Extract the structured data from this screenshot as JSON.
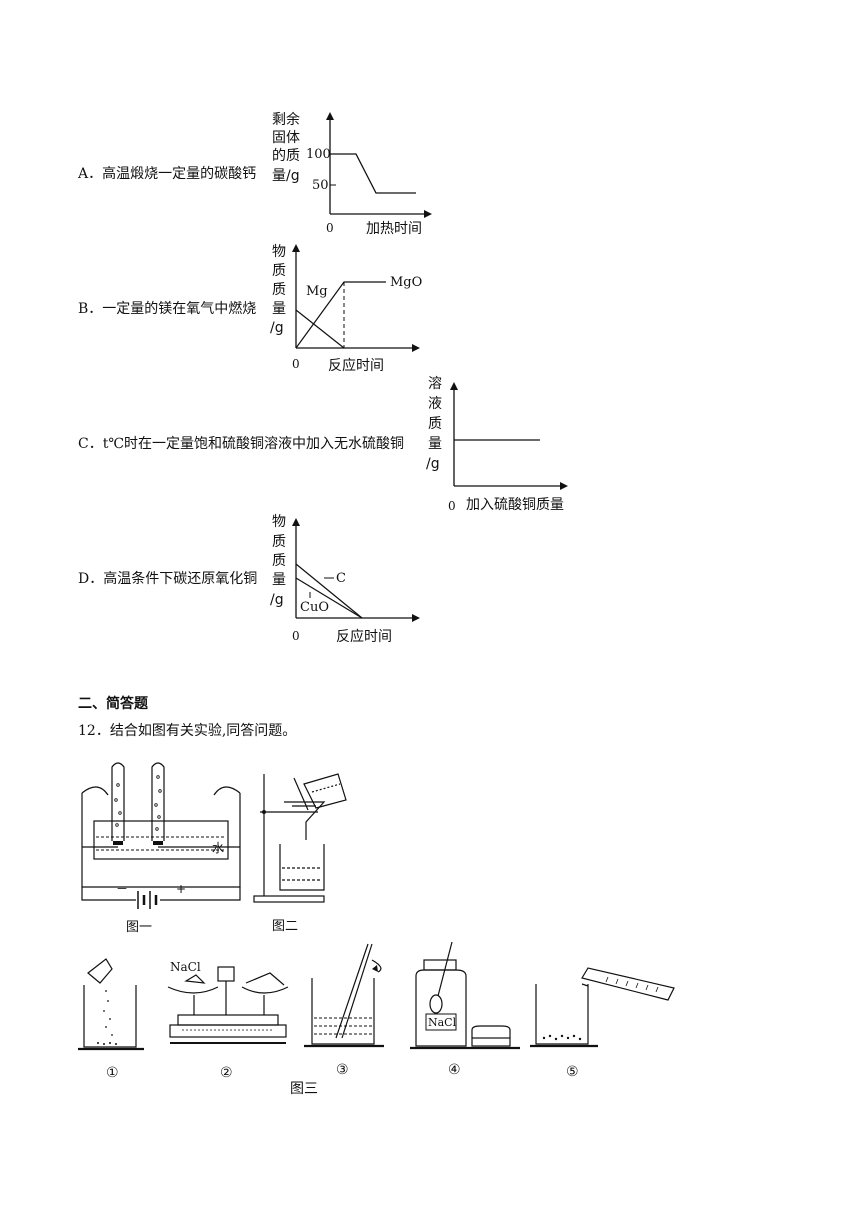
{
  "options": [
    {
      "text": "A．高温煅烧一定量的碳酸钙"
    },
    {
      "text": "B．一定量的镁在氧气中燃烧"
    },
    {
      "text": "C．t℃时在一定量饱和硫酸铜溶液中加入无水硫酸铜"
    },
    {
      "text": "D．高温条件下碳还原氧化铜"
    }
  ],
  "charts": {
    "a": {
      "ylabel": [
        "剩余",
        "固体",
        "的质",
        "量/g"
      ],
      "xlabel": "加热时间",
      "origin": "0",
      "ticks": [
        "100",
        "50"
      ]
    },
    "b": {
      "ylabel": [
        "物",
        "质",
        "质",
        "量",
        "/g"
      ],
      "xlabel": "反应时间",
      "origin": "0",
      "series": [
        "Mg",
        "MgO"
      ]
    },
    "c": {
      "ylabel": [
        "溶",
        "液",
        "质",
        "量",
        "/g"
      ],
      "xlabel": "加入硫酸铜质量",
      "origin": "0"
    },
    "d": {
      "ylabel": [
        "物",
        "质",
        "质",
        "量",
        "/g"
      ],
      "xlabel": "反应时间",
      "origin": "0",
      "series": [
        "C",
        "CuO"
      ]
    }
  },
  "section_title": "二、简答题",
  "question": "12．结合如图有关实验,同答问题。",
  "figures": {
    "fig1_caption": "图一",
    "fig1_water": "水",
    "fig1_minus": "－",
    "fig1_plus": "+",
    "fig2_caption": "图二",
    "fig3_caption": "图三",
    "nacl_label": "NaCl",
    "steps": [
      "①",
      "②",
      "③",
      "④",
      "⑤"
    ]
  }
}
